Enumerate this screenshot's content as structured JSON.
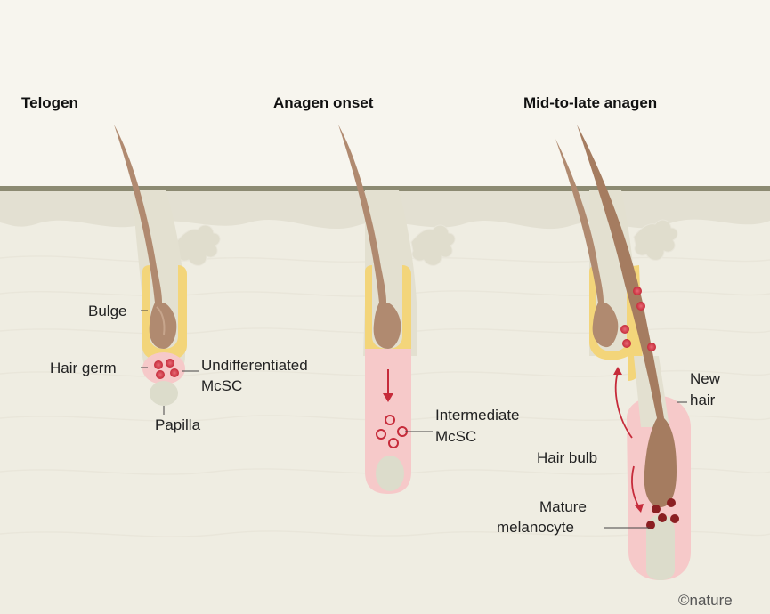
{
  "panels": [
    {
      "title": "Telogen"
    },
    {
      "title": "Anagen onset"
    },
    {
      "title": "Mid-to-late anagen"
    }
  ],
  "labels": {
    "bulge": "Bulge",
    "hair_germ": "Hair germ",
    "undiff_line1": "Undifferentiated",
    "undiff_line2": "McSC",
    "papilla": "Papilla",
    "intermediate_line1": "Intermediate",
    "intermediate_line2": "McSC",
    "new_hair_line1": "New",
    "new_hair_line2": "hair",
    "hair_bulb": "Hair bulb",
    "mature_line1": "Mature",
    "mature_line2": "melanocyte"
  },
  "credit": "©nature",
  "colors": {
    "background": "#f7f5ee",
    "skin": "#e8e5d8",
    "skin_edge": "#8c8a72",
    "hair": "#b08a70",
    "bulge": "#f3d57a",
    "germ": "#f6c9c9",
    "cell": "#c62b3a",
    "papilla": "#dcdccb"
  }
}
